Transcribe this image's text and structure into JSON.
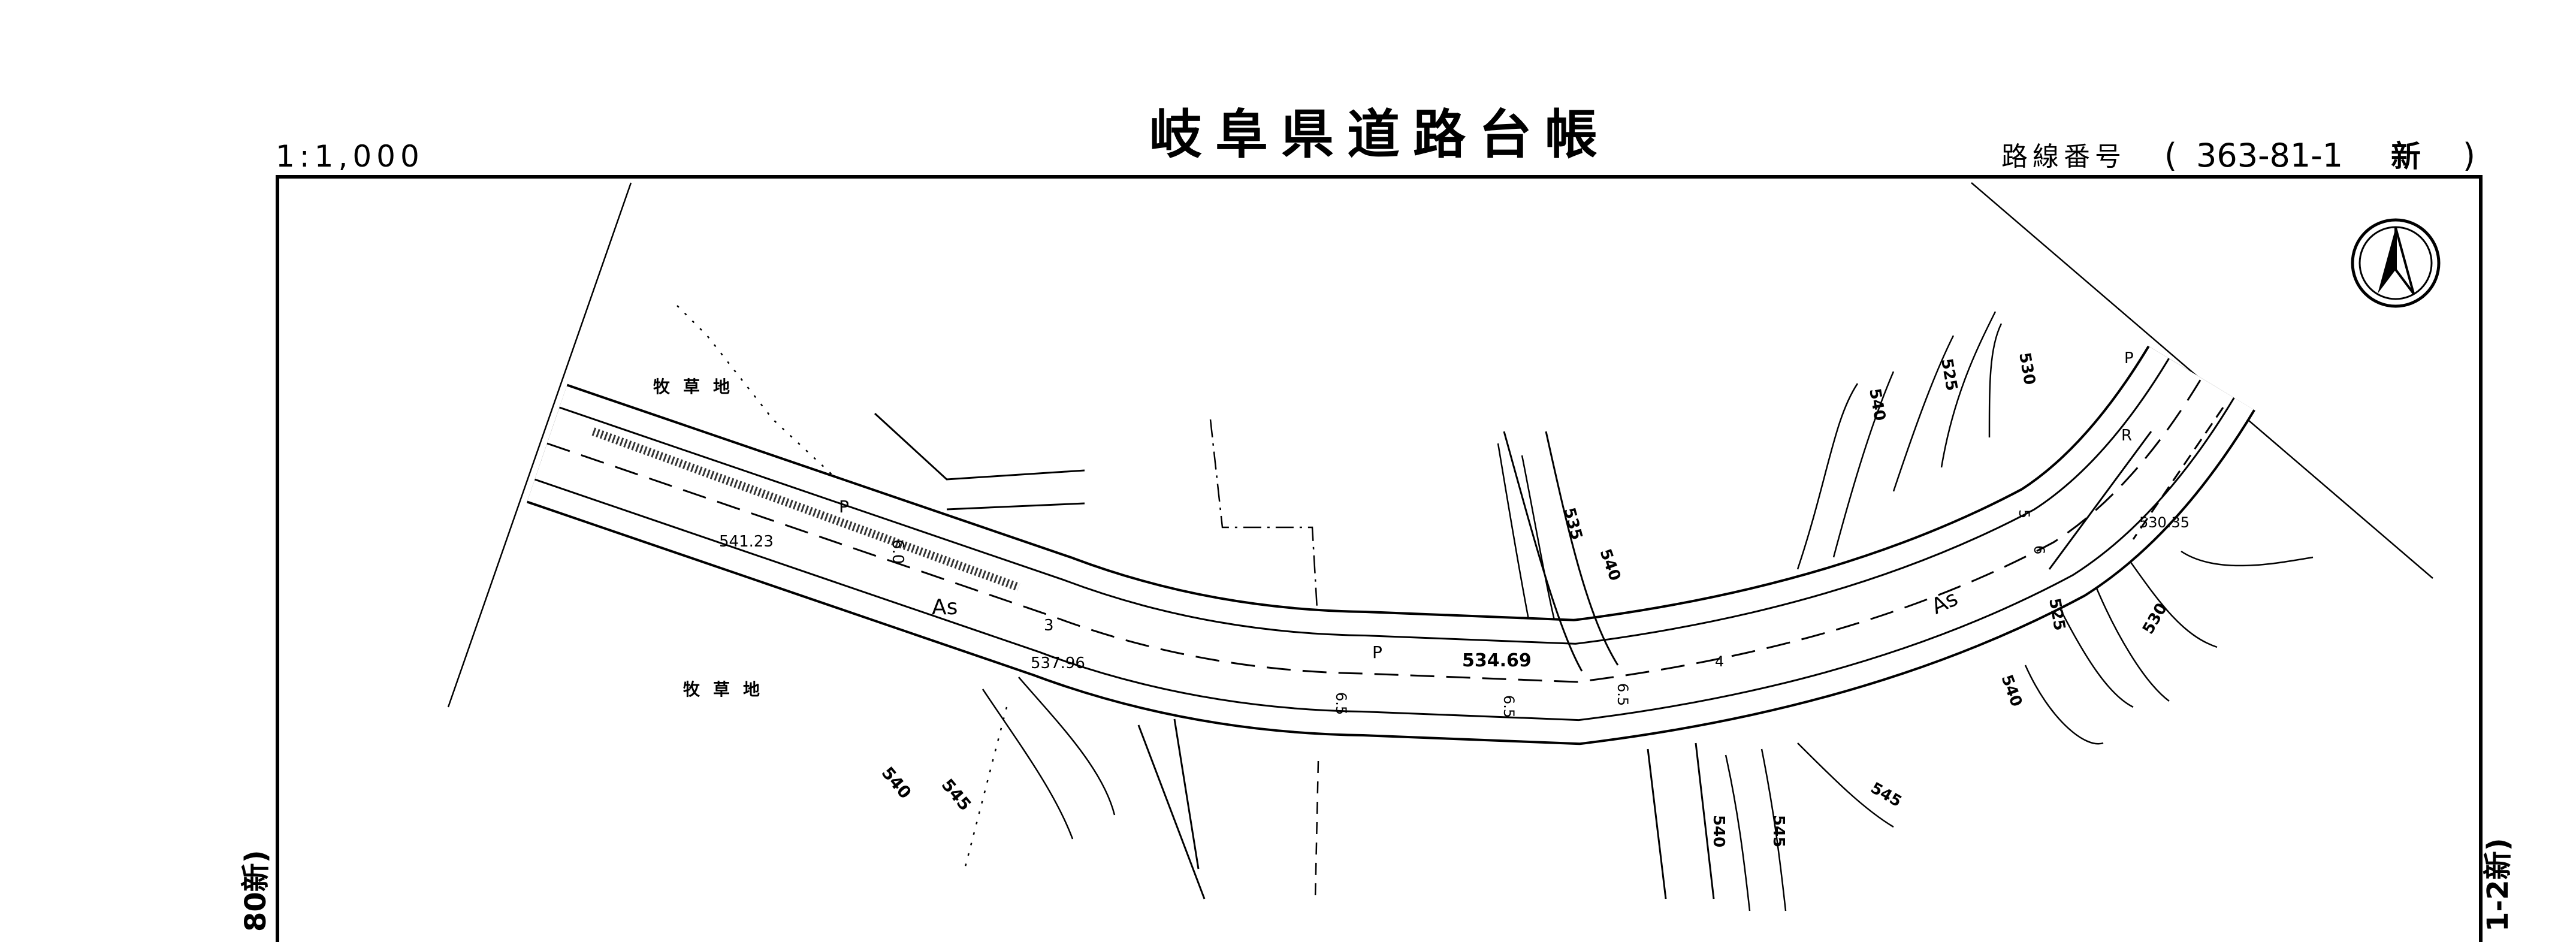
{
  "header": {
    "title": "岐阜県道路台帳",
    "scale": "1:1,000",
    "route_label": "路線番号",
    "route_open": "(",
    "route_number": "363-81-1",
    "route_suffix": "新",
    "route_close": ")"
  },
  "edges": {
    "left_sheet": "80新)",
    "right_sheet": "1-2新)"
  },
  "map": {
    "land_use": [
      "牧草地",
      "牧草地"
    ],
    "surface": [
      "As",
      "As"
    ],
    "elevations": [
      "541.23",
      "537.96",
      "534.69",
      "530.35"
    ],
    "contours": [
      "540",
      "545",
      "535",
      "540",
      "525",
      "530",
      "540",
      "525",
      "540",
      "530",
      "545",
      "540",
      "545"
    ],
    "marks": [
      "P",
      "P",
      "P",
      "R",
      "6.0",
      "3",
      "6.5",
      "6.5",
      "6.5",
      "4",
      "5",
      "6"
    ],
    "north_arrow": "north-arrow-icon"
  }
}
